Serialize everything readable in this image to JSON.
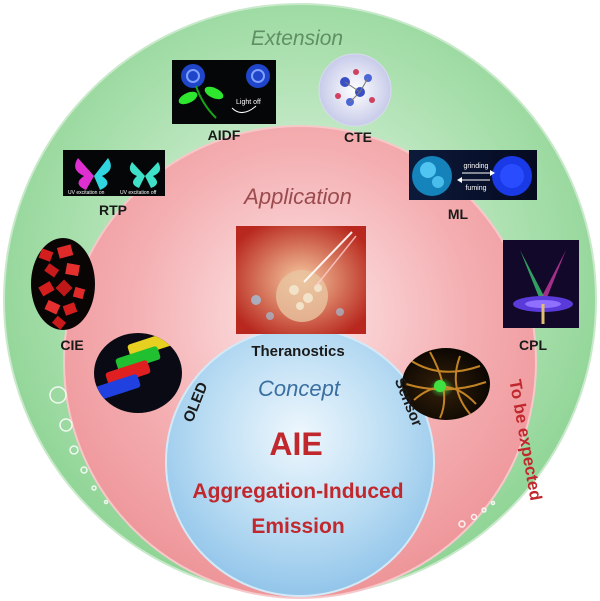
{
  "rings": {
    "outer": {
      "title": "Extension",
      "fill": "#9fdca3",
      "title_color": "#5f8f63"
    },
    "middle": {
      "title": "Application",
      "fill": "#f3a3a6",
      "title_color": "#9a4b4e"
    },
    "inner": {
      "title": "Concept",
      "fill": "#a9d3ef",
      "title_color": "#3a6fa0"
    }
  },
  "core": {
    "acronym": "AIE",
    "line1": "Aggregation-Induced",
    "line2": "Emission",
    "color": "#c0282d"
  },
  "extension_items": {
    "aidf": "AIDF",
    "aidf_inner_text": "Light off",
    "cte": "CTE",
    "rtp": "RTP",
    "rtp_caption_left": "UV excitation on",
    "rtp_caption_right": "UV excitation off",
    "ml": "ML",
    "ml_grinding": "grinding",
    "ml_fuming": "fuming",
    "cie": "CIE",
    "cpl": "CPL"
  },
  "application_items": {
    "theranostics": "Theranostics",
    "oled": "OLED",
    "sensor": "Sensor"
  },
  "future": {
    "text": "To be expected",
    "color": "#c0282d"
  },
  "colors": {
    "label_dark": "#1a1a1a",
    "core_red": "#c0282d"
  }
}
